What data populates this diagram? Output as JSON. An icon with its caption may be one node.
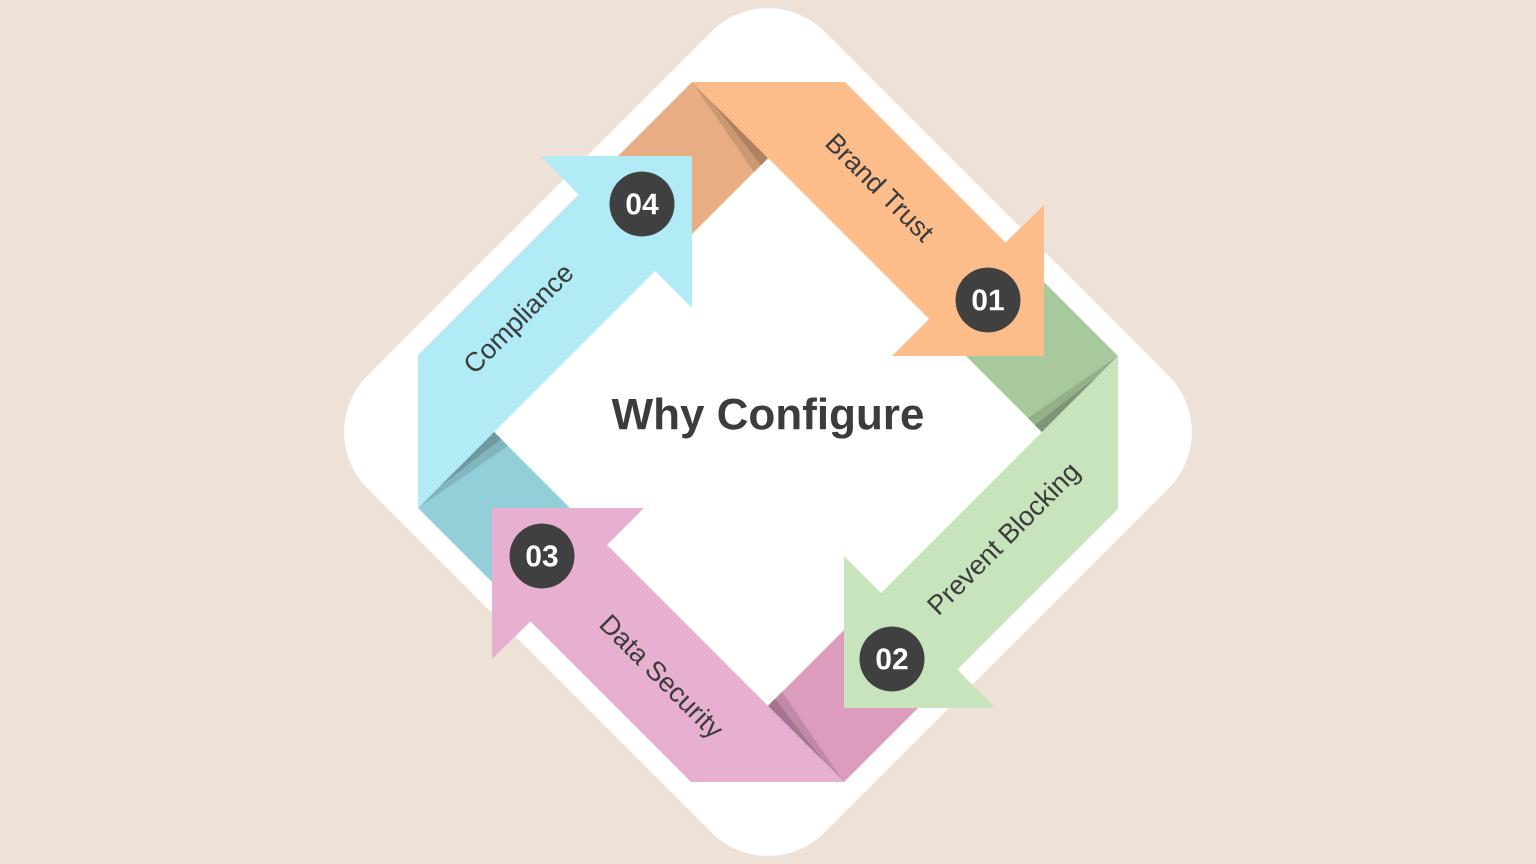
{
  "diagram": {
    "title": "Why Configure",
    "nodes": [
      {
        "text": [
          "Brand Trust"
        ]
      },
      {
        "text": [
          "01"
        ],
        "in": 0
      },
      {
        "text": [
          "Prevent Blocking"
        ]
      },
      {
        "text": [
          "02"
        ],
        "in": 2
      },
      {
        "text": [
          "Data Security"
        ]
      },
      {
        "text": [
          "03"
        ],
        "in": 4
      },
      {
        "text": [
          "Compliance"
        ]
      },
      {
        "text": [
          "04"
        ],
        "in": 6
      }
    ]
  }
}
